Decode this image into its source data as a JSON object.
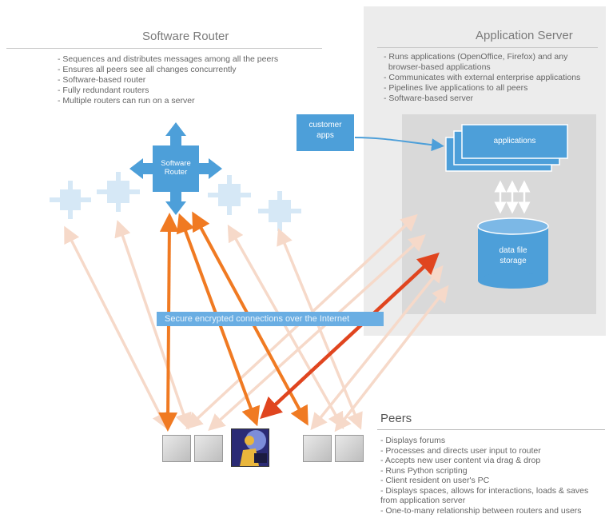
{
  "software_router": {
    "title": "Software Router",
    "bullets": [
      "- Sequences and distributes messages among all the peers",
      "- Ensures all peers see all changes concurrently",
      "- Software-based router",
      "- Fully redundant routers",
      "- Multiple routers can run on a server"
    ],
    "node_label_line1": "Software",
    "node_label_line2": "Router"
  },
  "application_server": {
    "title": "Application Server",
    "bullets": [
      "- Runs applications (OpenOffice, Firefox) and any",
      "  browser-based applications",
      "- Communicates with external enterprise applications",
      "- Pipelines live applications to all peers",
      "- Software-based server"
    ],
    "customer_apps_line1": "customer",
    "customer_apps_line2": "apps",
    "applications_label": "applications",
    "storage_line1": "data file",
    "storage_line2": "storage"
  },
  "banner": "Secure encrypted connections over the Internet",
  "peers": {
    "title": "Peers",
    "bullets": [
      "- Displays forums",
      "- Processes and directs user input to router",
      "- Accepts new user content via drag & drop",
      "- Runs Python scripting",
      "- Client resident on user's PC",
      "- Displays spaces, allows for interactions, loads & saves",
      "from application server",
      "- One-to-many relationship between routers and users"
    ]
  },
  "colors": {
    "router_blue": "#4d9fd9",
    "faded_blue": "#d6e8f6",
    "orange": "#f07a22",
    "red": "#e0451f",
    "faded_orange": "#f6d9c9"
  }
}
